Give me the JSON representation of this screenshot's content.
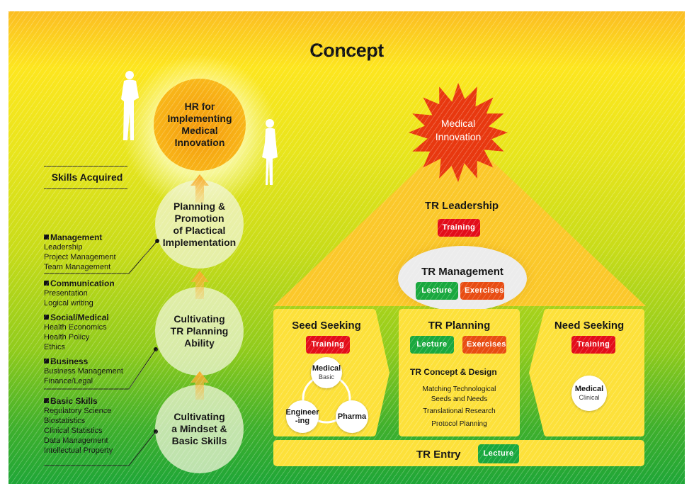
{
  "title": "Concept",
  "goal": {
    "label_lines": [
      "HR for",
      "Implementing",
      "Medical",
      "Innovation"
    ]
  },
  "stages": [
    {
      "id": "top",
      "lines": [
        "Planning &",
        "Promotion",
        "of Plactical",
        "Implementation"
      ]
    },
    {
      "id": "middle",
      "lines": [
        "Cultivating",
        "TR Planning",
        "Ability"
      ]
    },
    {
      "id": "bottom",
      "lines": [
        "Cultivating",
        "a Mindset &",
        "Basic Skills"
      ]
    }
  ],
  "skills": {
    "title": "Skills Acquired",
    "groups": [
      {
        "heading": "Management",
        "items": [
          "Leadership",
          "Project Management",
          "Team Management"
        ]
      },
      {
        "heading": "Communication",
        "items": [
          "Presentation",
          "Logical writing"
        ]
      },
      {
        "heading": "Social/Medical",
        "items": [
          "Health Economics",
          "Health Policy",
          "Ethics"
        ]
      },
      {
        "heading": "Business",
        "items": [
          "Business Management",
          "Finance/Legal"
        ]
      },
      {
        "heading": "Basic Skills",
        "items": [
          "Regulatory Science",
          "Biostatistics",
          "Clinical Statistics",
          "Data Management",
          "Intellectual Property"
        ]
      }
    ]
  },
  "peak": {
    "lines": [
      "Medical",
      "Innovation"
    ]
  },
  "leadership": {
    "title": "TR Leadership",
    "badge": "Training"
  },
  "management": {
    "title": "TR Management",
    "badges": [
      "Lecture",
      "Exercises"
    ]
  },
  "seed_seeking": {
    "title": "Seed Seeking",
    "badge": "Training",
    "nodes": [
      {
        "label": "Medical",
        "sub": "Basic"
      },
      {
        "label_lines": [
          "Engineer",
          "-ing"
        ]
      },
      {
        "label": "Pharma"
      }
    ]
  },
  "planning": {
    "title": "TR Planning",
    "badges": [
      "Lecture",
      "Exercises"
    ],
    "subtitle": "TR Concept & Design",
    "items": [
      "Matching Technological",
      "Seeds and Needs",
      "Translational Research",
      "Protocol Planning"
    ]
  },
  "need_seeking": {
    "title": "Need Seeking",
    "badge": "Training",
    "node": {
      "label": "Medical",
      "sub": "Clinical"
    }
  },
  "entry": {
    "title": "TR Entry",
    "badge": "Lecture"
  },
  "colors": {
    "training": "#e30d1a",
    "lecture": "#19a83e",
    "exercises": "#e84c12",
    "burst": "#e8380f",
    "roof": "#fbc82a",
    "card": "#fde13a"
  }
}
